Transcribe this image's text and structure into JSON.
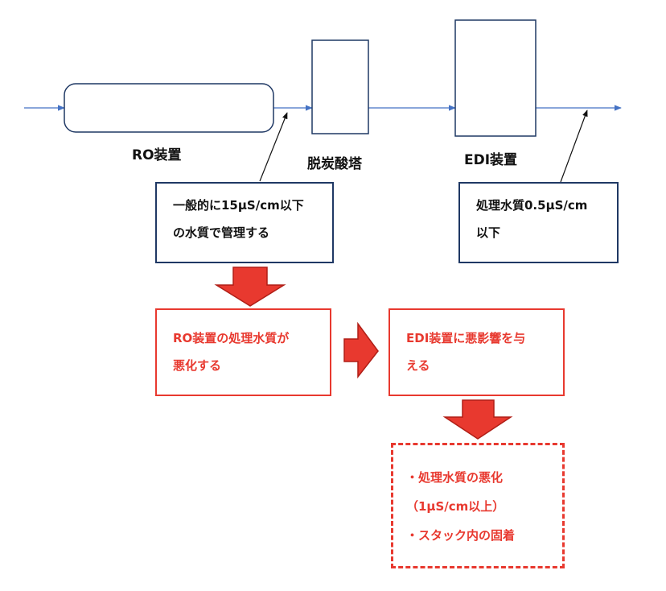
{
  "units": {
    "ro": "RO装置",
    "decarb": "脱炭酸塔",
    "edi": "EDI装置"
  },
  "notes": {
    "ro_quality": [
      "一般的に15μS/cm以下",
      "の水質で管理する"
    ],
    "edi_quality": [
      "処理水質0.5μS/cm",
      "以下"
    ]
  },
  "effects": {
    "ro_worse": [
      "RO装置の処理水質が",
      "悪化する"
    ],
    "edi_impact": [
      "EDI装置に悪影響を与",
      "える"
    ],
    "result": [
      "・処理水質の悪化",
      "（1μS/cm以上）",
      "・スタック内の固着"
    ]
  },
  "colors": {
    "flow_line": "#4472c4",
    "box_border": "#1f3864",
    "accent_red": "#e8392f",
    "arrow_dark_red": "#b01e16"
  }
}
